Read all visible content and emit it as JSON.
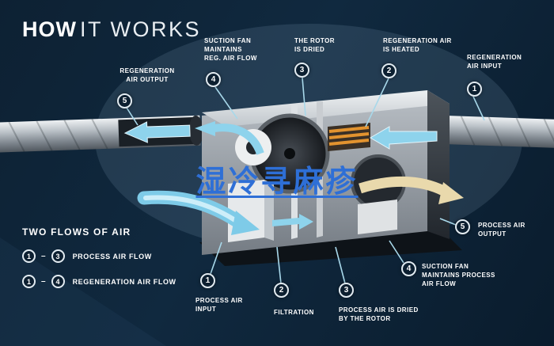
{
  "title": {
    "bold": "HOW",
    "light": "IT WORKS"
  },
  "watermark": {
    "text": "湿冷寻麻疹"
  },
  "callouts": [
    {
      "num": "5",
      "label": "REGENERATION\nAIR OUTPUT"
    },
    {
      "num": "4",
      "label": "SUCTION FAN\nMAINTAINS\nREG. AIR FLOW"
    },
    {
      "num": "3",
      "label": "THE ROTOR\nIS DRIED"
    },
    {
      "num": "2",
      "label": "REGENERATION AIR\nIS HEATED"
    },
    {
      "num": "1",
      "label": "REGENERATION\nAIR INPUT"
    },
    {
      "num": "5",
      "label": "PROCESS AIR\nOUTPUT"
    },
    {
      "num": "4",
      "label": "SUCTION FAN\nMAINTAINS PROCESS\nAIR FLOW"
    },
    {
      "num": "3",
      "label": "PROCESS AIR IS DRIED\nBY THE ROTOR"
    },
    {
      "num": "2",
      "label": "FILTRATION"
    },
    {
      "num": "1",
      "label": "PROCESS AIR\nINPUT"
    }
  ],
  "legend": {
    "heading": "TWO FLOWS OF AIR",
    "dash": "–",
    "rows": [
      {
        "from": "1",
        "to": "3",
        "label": "PROCESS AIR FLOW"
      },
      {
        "from": "1",
        "to": "4",
        "label": "REGENERATION AIR FLOW"
      }
    ]
  },
  "colors": {
    "background": "#0d2133",
    "label_text": "#ffffff",
    "leader_line": "#a8d8ea",
    "arrow_cyan": "#8ed3ec",
    "arrow_tan": "#e9d9ac",
    "watermark_blue": "#2e6fd6",
    "heater_orange": "#e2932f"
  }
}
